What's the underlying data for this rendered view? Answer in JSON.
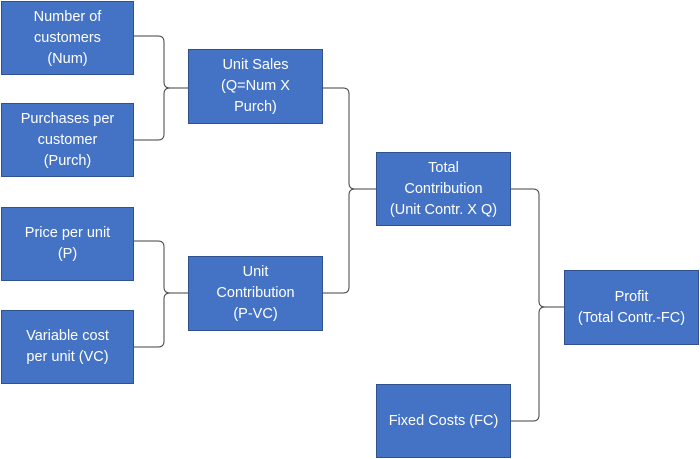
{
  "nodes": {
    "num_customers": "Number of\ncustomers\n(Num)",
    "purchases_per_customer": "Purchases per\ncustomer\n(Purch)",
    "price_per_unit": "Price per unit\n(P)",
    "variable_cost": "Variable cost\nper unit (VC)",
    "unit_sales": "Unit Sales\n(Q=Num X\nPurch)",
    "unit_contribution": "Unit\nContribution\n(P-VC)",
    "total_contribution": "Total\nContribution\n(Unit Contr. X Q)",
    "fixed_costs": "Fixed Costs (FC)",
    "profit": "Profit\n(Total Contr.-FC)"
  },
  "colors": {
    "box_fill": "#4472c4",
    "box_border": "#2f528f",
    "box_text": "#ffffff",
    "connector": "#404040"
  }
}
